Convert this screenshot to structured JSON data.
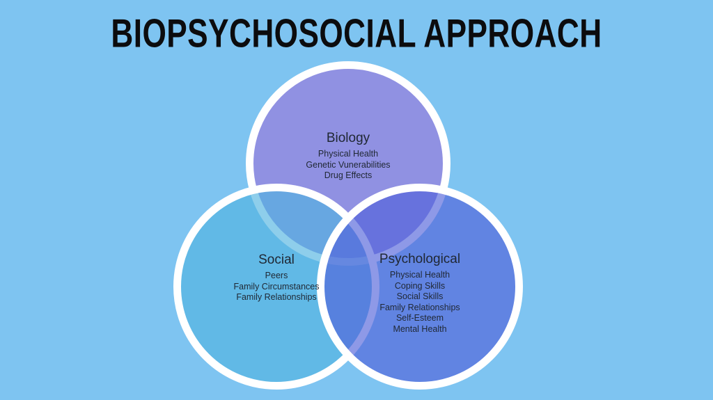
{
  "title": "BIOPSYCHOSOCIAL APPROACH",
  "colors": {
    "background": "#7EC4F1",
    "ring": "#FFFFFF",
    "heading_text": "#0C0C0E",
    "label_text": "#1F2733",
    "biology_fill": "#9A76DAA6",
    "social_fill": "#51B3E1A6",
    "psychological_fill": "#5163DAA6"
  },
  "circles": [
    {
      "id": "biology",
      "label": "Biology",
      "items": [
        "Physical Health",
        "Genetic Vunerabilities",
        "Drug Effects"
      ]
    },
    {
      "id": "social",
      "label": "Social",
      "items": [
        "Peers",
        "Family Circumstances",
        "Family Relationships"
      ]
    },
    {
      "id": "psychological",
      "label": "Psychological",
      "items": [
        "Physical Health",
        "Coping Skills",
        "Social Skills",
        "Family Relationships",
        "Self-Esteem",
        "Mental Health"
      ]
    }
  ]
}
